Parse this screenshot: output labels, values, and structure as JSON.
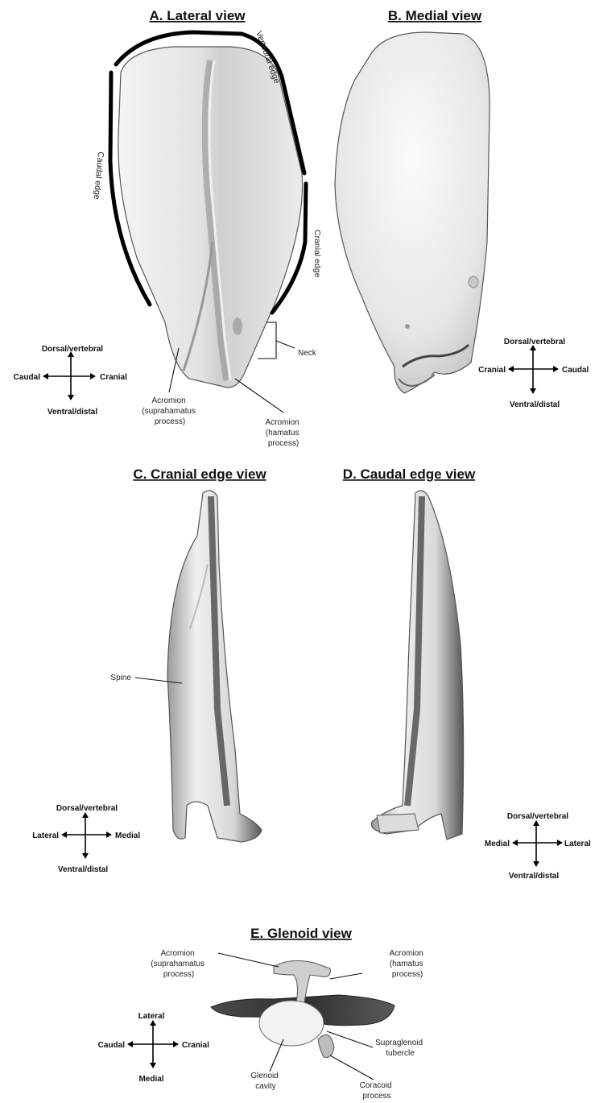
{
  "panels": {
    "a": {
      "title": "A. Lateral view",
      "edges": {
        "vertebral": "Vertebral edge",
        "caudal": "Caudal edge",
        "cranial": "Cranial edge"
      },
      "labels": {
        "neck": "Neck",
        "acromion_supra": [
          "Acromion",
          "(suprahamatus",
          "process)"
        ],
        "acromion_hamatus": [
          "Acromion",
          "(hamatus",
          "process)"
        ]
      },
      "compass": {
        "top": "Dorsal/vertebral",
        "left": "Caudal",
        "right": "Cranial",
        "bottom": "Ventral/distal"
      }
    },
    "b": {
      "title": "B. Medial view",
      "compass": {
        "top": "Dorsal/vertebral",
        "left": "Cranial",
        "right": "Caudal",
        "bottom": "Ventral/distal"
      }
    },
    "c": {
      "title": "C. Cranial edge view",
      "labels": {
        "spine": "Spine"
      },
      "compass": {
        "top": "Dorsal/vertebral",
        "left": "Lateral",
        "right": "Medial",
        "bottom": "Ventral/distal"
      }
    },
    "d": {
      "title": "D. Caudal edge view",
      "compass": {
        "top": "Dorsal/vertebral",
        "left": "Medial",
        "right": "Lateral",
        "bottom": "Ventral/distal"
      }
    },
    "e": {
      "title": "E. Glenoid view",
      "labels": {
        "acromion_supra": [
          "Acromion",
          "(suprahamatus",
          "process)"
        ],
        "acromion_hamatus": [
          "Acromion",
          "(hamatus",
          "process)"
        ],
        "supraglenoid": [
          "Supraglenoid",
          "tubercle"
        ],
        "glenoid": [
          "Glenoid",
          "cavity"
        ],
        "coracoid": [
          "Coracoid",
          "process"
        ]
      },
      "compass": {
        "top": "Lateral",
        "left": "Caudal",
        "right": "Cranial",
        "bottom": "Medial"
      }
    }
  }
}
